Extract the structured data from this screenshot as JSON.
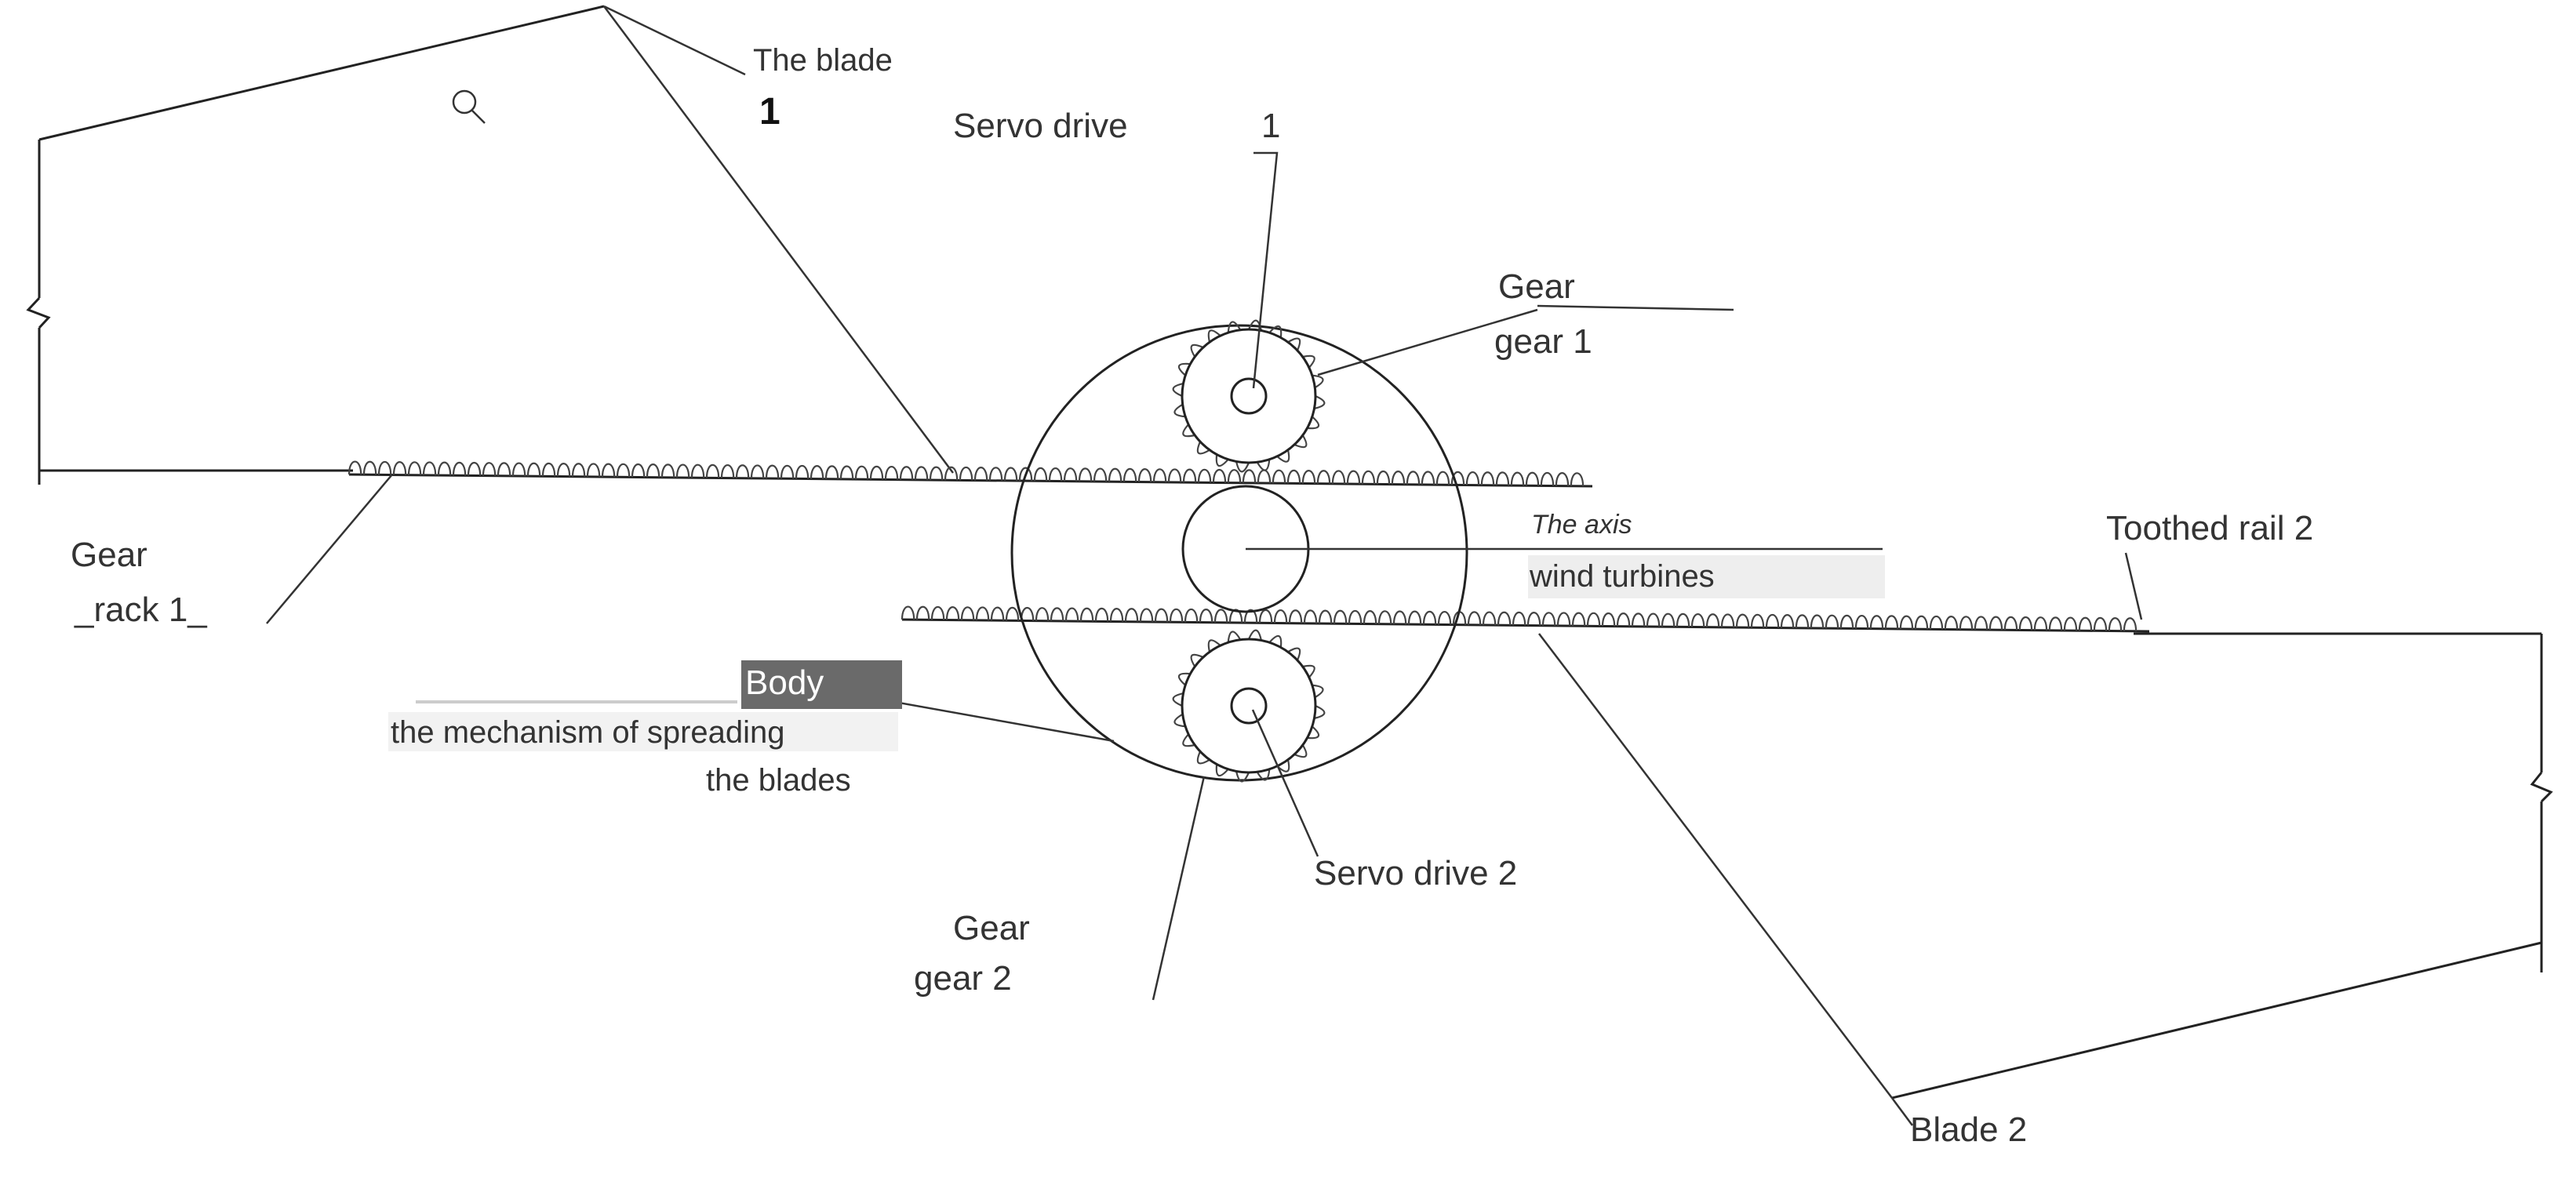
{
  "labels": {
    "blade_1_title": "The blade",
    "blade_1_number": "1",
    "servo_drive_1": "Servo drive",
    "servo_drive_1_number": "1",
    "gear_1_top": "Gear",
    "gear_1_bottom": "gear 1",
    "axis_top": "The axis",
    "axis_bottom": "wind turbines",
    "toothed_rail_2": "Toothed rail 2",
    "gear_rack_1_top": "Gear",
    "gear_rack_1_bottom": "_rack 1_",
    "body_title": "Body",
    "body_line_1": "the mechanism of spreading",
    "body_line_2": "the blades",
    "servo_drive_2": "Servo drive 2",
    "gear_2_top": "Gear",
    "gear_2_bottom": "gear 2",
    "blade_2": "Blade 2"
  },
  "icons": {
    "magnifier": "magnifier-icon"
  },
  "colors": {
    "line": "#222222",
    "body_label_bg": "#6a6a6a",
    "label_highlight": "#eeeeee"
  }
}
